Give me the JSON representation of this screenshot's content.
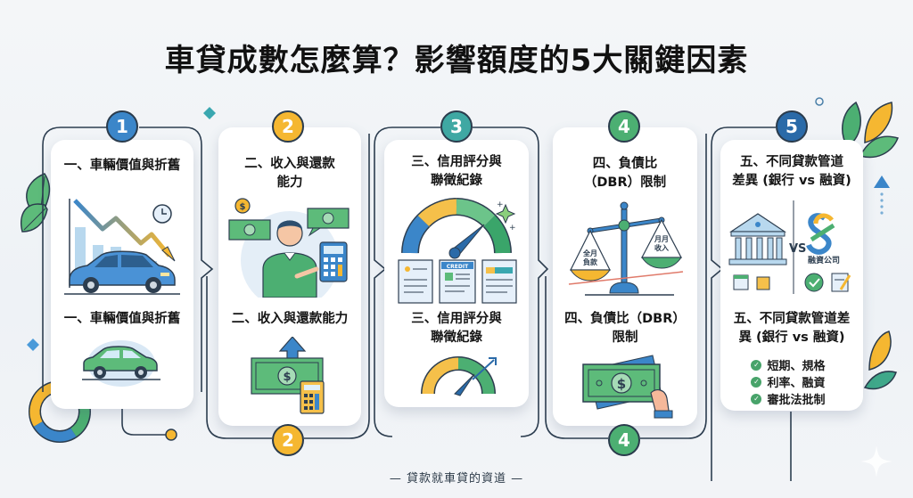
{
  "title": "車貸成數怎麼算？影響額度的5大關鍵因素",
  "footer": "— 貸款就車貸的資道 —",
  "colors": {
    "blue": "#3b86c9",
    "yellow": "#f5b731",
    "teal": "#3fa8a3",
    "green": "#4caf72",
    "navy": "#2a6aa8",
    "line": "#2d3e50"
  },
  "factors": [
    {
      "number": "1",
      "badge_color": "#3b86c9",
      "title_top": "一、車輛價值與折舊",
      "title_bottom": "一、車輛價值與折舊",
      "icons_top": [
        "declining-chart-icon",
        "clock-icon",
        "blue-car-icon"
      ],
      "icons_bottom": [
        "green-car-icon"
      ]
    },
    {
      "number": "2",
      "badge_color": "#f5b731",
      "title_top": "二、收入與還款\n能力",
      "title_bottom": "二、收入與還款能力",
      "icons_top": [
        "person-icon",
        "cash-icon",
        "coin-icon",
        "calculator-icon"
      ],
      "icons_bottom": [
        "cash-stack-icon",
        "up-arrow-icon",
        "calculator-icon"
      ]
    },
    {
      "number": "3",
      "badge_color": "#3fa8a3",
      "title_top": "三、信用評分與\n聯徵紀錄",
      "title_bottom": "三、信用評分與\n聯徵紀錄",
      "icons_top": [
        "credit-gauge-icon",
        "sparkle-icon",
        "profile-doc-icon",
        "credit-doc-icon",
        "report-doc-icon"
      ],
      "credit_label": "CREDIT",
      "icons_bottom": [
        "gauge-arrow-icon"
      ]
    },
    {
      "number": "4",
      "badge_color": "#4caf72",
      "title_top": "四、負債比\n（DBR）限制",
      "title_bottom": "四、負債比（DBR）\n限制",
      "scale_left": "全月\n負款",
      "scale_right": "月月\n收入",
      "icons_top": [
        "balance-scale-icon"
      ],
      "icons_bottom": [
        "cash-hand-icon"
      ]
    },
    {
      "number": "5",
      "badge_color": "#2a6aa8",
      "title_top": "五、不同貸款管道\n差異 (銀行 vs 融資)",
      "title_bottom": "五、不同貸款管道差\n異 (銀行 vs 融資)",
      "vs_label": "VS",
      "finance_company": "融資公司",
      "icons_top": [
        "bank-icon",
        "finance-logo-icon",
        "calendar-icon",
        "coins-icon",
        "check-circle-icon",
        "clipboard-icon"
      ],
      "checklist": [
        "短期、規格",
        "利率、融資",
        "審批法批制"
      ]
    }
  ]
}
